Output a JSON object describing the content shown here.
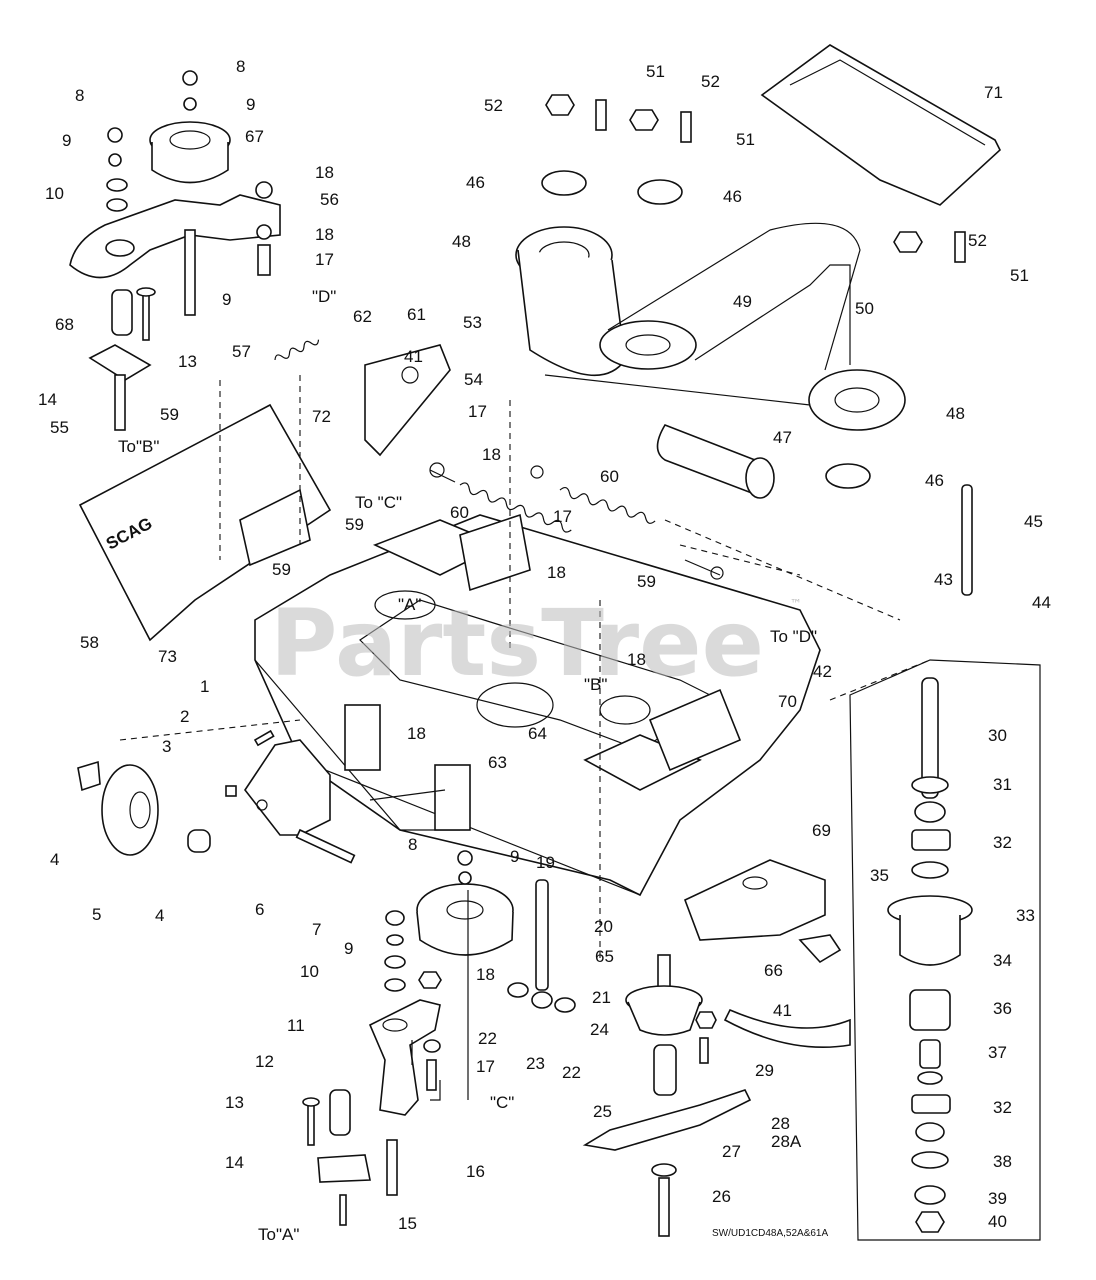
{
  "watermark": {
    "text": "PartsTree",
    "trademark": "™"
  },
  "deck_decal": "SCAG",
  "drawing_code": "SW/UD1CD48A,52A&61A",
  "callouts": [
    {
      "id": "c8a",
      "text": "8"
    },
    {
      "id": "c9a",
      "text": "9"
    },
    {
      "id": "c67",
      "text": "67"
    },
    {
      "id": "c8b",
      "text": "8"
    },
    {
      "id": "c9b",
      "text": "9"
    },
    {
      "id": "c10a",
      "text": "10"
    },
    {
      "id": "c18a",
      "text": "18"
    },
    {
      "id": "c56",
      "text": "56"
    },
    {
      "id": "c18b",
      "text": "18"
    },
    {
      "id": "c17a",
      "text": "17"
    },
    {
      "id": "cDa",
      "text": "\"D\""
    },
    {
      "id": "c9c",
      "text": "9"
    },
    {
      "id": "c68",
      "text": "68"
    },
    {
      "id": "c13a",
      "text": "13"
    },
    {
      "id": "c57",
      "text": "57"
    },
    {
      "id": "c14a",
      "text": "14"
    },
    {
      "id": "c55",
      "text": "55"
    },
    {
      "id": "cToB",
      "text": "To\"B\""
    },
    {
      "id": "c62",
      "text": "62"
    },
    {
      "id": "c61",
      "text": "61"
    },
    {
      "id": "c41a",
      "text": "41"
    },
    {
      "id": "c54",
      "text": "54"
    },
    {
      "id": "c59a",
      "text": "59"
    },
    {
      "id": "c72",
      "text": "72"
    },
    {
      "id": "c17b",
      "text": "17"
    },
    {
      "id": "c18c",
      "text": "18"
    },
    {
      "id": "cToC",
      "text": "To \"C\""
    },
    {
      "id": "c60a",
      "text": "60"
    },
    {
      "id": "c60b",
      "text": "60"
    },
    {
      "id": "c59b",
      "text": "59"
    },
    {
      "id": "c17c",
      "text": "17"
    },
    {
      "id": "c59c",
      "text": "59"
    },
    {
      "id": "c18d",
      "text": "18"
    },
    {
      "id": "c59d",
      "text": "59"
    },
    {
      "id": "cA",
      "text": "\"A\""
    },
    {
      "id": "c58",
      "text": "58"
    },
    {
      "id": "c73",
      "text": "73"
    },
    {
      "id": "c52a",
      "text": "52"
    },
    {
      "id": "c51a",
      "text": "51"
    },
    {
      "id": "c52b",
      "text": "52"
    },
    {
      "id": "c51b",
      "text": "51"
    },
    {
      "id": "c46a",
      "text": "46"
    },
    {
      "id": "c46b",
      "text": "46"
    },
    {
      "id": "c48a",
      "text": "48"
    },
    {
      "id": "c53",
      "text": "53"
    },
    {
      "id": "c49",
      "text": "49"
    },
    {
      "id": "c50",
      "text": "50"
    },
    {
      "id": "c71",
      "text": "71"
    },
    {
      "id": "c52c",
      "text": "52"
    },
    {
      "id": "c51c",
      "text": "51"
    },
    {
      "id": "c48b",
      "text": "48"
    },
    {
      "id": "c47",
      "text": "47"
    },
    {
      "id": "c46c",
      "text": "46"
    },
    {
      "id": "c45",
      "text": "45"
    },
    {
      "id": "c43",
      "text": "43"
    },
    {
      "id": "c44",
      "text": "44"
    },
    {
      "id": "cToD",
      "text": "To \"D\""
    },
    {
      "id": "c42",
      "text": "42"
    },
    {
      "id": "c18e",
      "text": "18"
    },
    {
      "id": "cB",
      "text": "\"B\""
    },
    {
      "id": "c70",
      "text": "70"
    },
    {
      "id": "c1",
      "text": "1"
    },
    {
      "id": "c2",
      "text": "2"
    },
    {
      "id": "c3",
      "text": "3"
    },
    {
      "id": "c18f",
      "text": "18"
    },
    {
      "id": "c64",
      "text": "64"
    },
    {
      "id": "c63",
      "text": "63"
    },
    {
      "id": "c30",
      "text": "30"
    },
    {
      "id": "c31",
      "text": "31"
    },
    {
      "id": "c32a",
      "text": "32"
    },
    {
      "id": "c35",
      "text": "35"
    },
    {
      "id": "c33",
      "text": "33"
    },
    {
      "id": "c34",
      "text": "34"
    },
    {
      "id": "c36",
      "text": "36"
    },
    {
      "id": "c37",
      "text": "37"
    },
    {
      "id": "c32b",
      "text": "32"
    },
    {
      "id": "c38",
      "text": "38"
    },
    {
      "id": "c39",
      "text": "39"
    },
    {
      "id": "c40",
      "text": "40"
    },
    {
      "id": "c4a",
      "text": "4"
    },
    {
      "id": "c5",
      "text": "5"
    },
    {
      "id": "c4b",
      "text": "4"
    },
    {
      "id": "c6",
      "text": "6"
    },
    {
      "id": "c7",
      "text": "7"
    },
    {
      "id": "c8c",
      "text": "8"
    },
    {
      "id": "c9d",
      "text": "9"
    },
    {
      "id": "c19",
      "text": "19"
    },
    {
      "id": "c69",
      "text": "69"
    },
    {
      "id": "c9e",
      "text": "9"
    },
    {
      "id": "c10b",
      "text": "10"
    },
    {
      "id": "c18g",
      "text": "18"
    },
    {
      "id": "c20",
      "text": "20"
    },
    {
      "id": "c65",
      "text": "65"
    },
    {
      "id": "c66",
      "text": "66"
    },
    {
      "id": "c41b",
      "text": "41"
    },
    {
      "id": "c11",
      "text": "11"
    },
    {
      "id": "c21",
      "text": "21"
    },
    {
      "id": "c24",
      "text": "24"
    },
    {
      "id": "c22a",
      "text": "22"
    },
    {
      "id": "c23",
      "text": "23"
    },
    {
      "id": "c22b",
      "text": "22"
    },
    {
      "id": "c12",
      "text": "12"
    },
    {
      "id": "c17d",
      "text": "17"
    },
    {
      "id": "c29",
      "text": "29"
    },
    {
      "id": "c13b",
      "text": "13"
    },
    {
      "id": "cC",
      "text": "\"C\""
    },
    {
      "id": "c25",
      "text": "25"
    },
    {
      "id": "c28",
      "text": "28"
    },
    {
      "id": "c28A",
      "text": "28A"
    },
    {
      "id": "c14b",
      "text": "14"
    },
    {
      "id": "c16",
      "text": "16"
    },
    {
      "id": "c27",
      "text": "27"
    },
    {
      "id": "c26",
      "text": "26"
    },
    {
      "id": "c15",
      "text": "15"
    },
    {
      "id": "cToA",
      "text": "To\"A\""
    }
  ]
}
